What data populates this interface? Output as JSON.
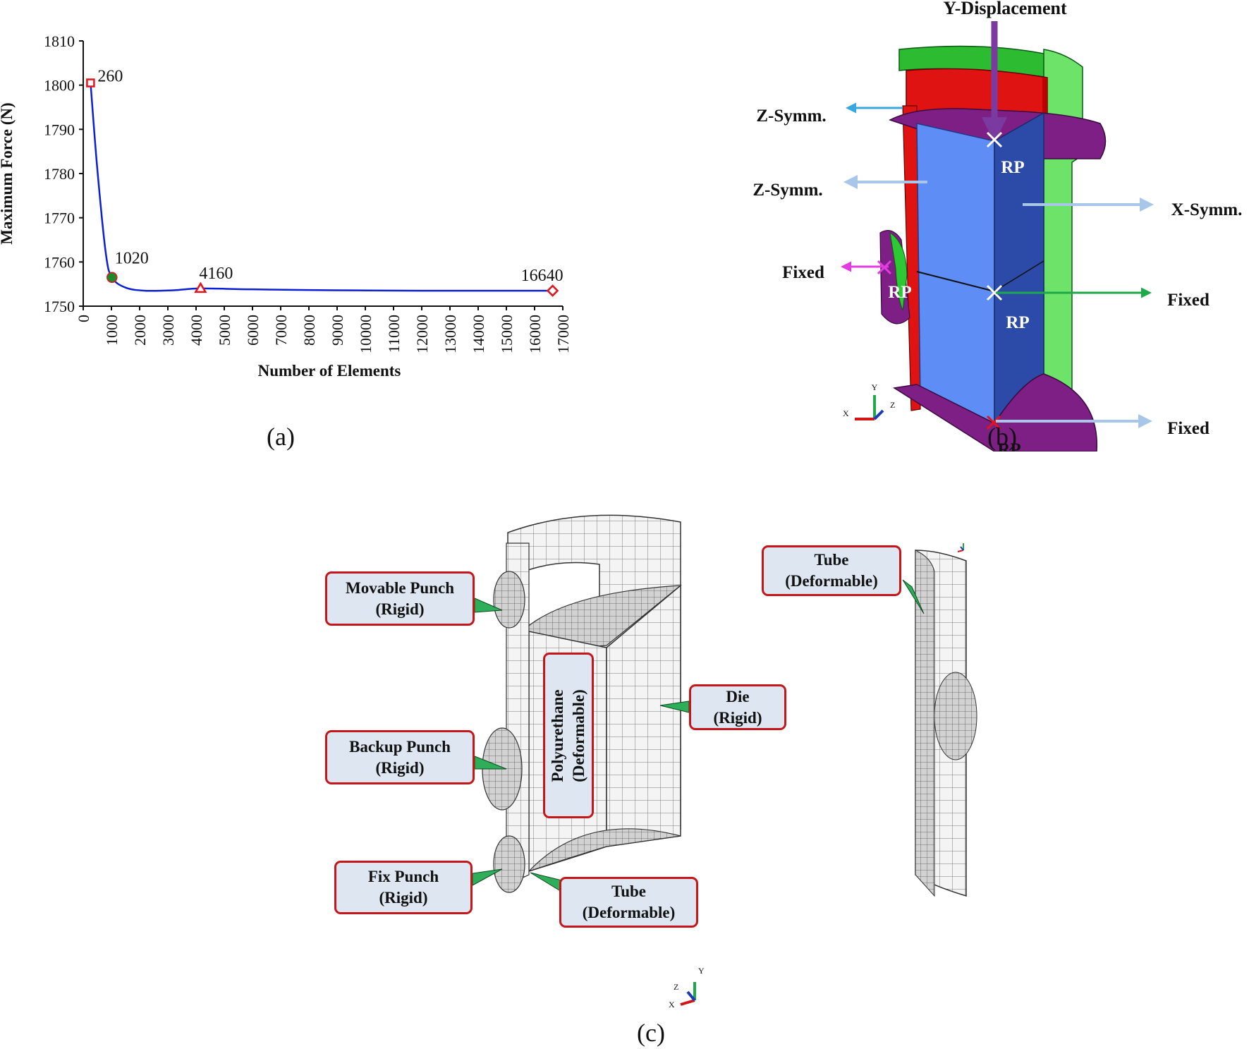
{
  "captions": {
    "a": "(a)",
    "b": "(b)",
    "c": "(c)"
  },
  "colors": {
    "line": "#0b1fd6",
    "marker": "#e4141b",
    "marker_fill_1020": "#1a8a2a",
    "arrow_light": "#a8c6e8",
    "arrow_cyan": "#3aa8e0",
    "arrow_magenta": "#e23be0",
    "arrow_green": "#1da84a",
    "displacement": "#7b3aa0"
  },
  "chart_data": {
    "type": "line",
    "title": "",
    "xlabel": "Number of Elements",
    "ylabel": "Maximum Force (N)",
    "xlim": [
      0,
      17000
    ],
    "ylim": [
      1750,
      1810
    ],
    "xticks": [
      0,
      1000,
      2000,
      3000,
      4000,
      5000,
      6000,
      7000,
      8000,
      9000,
      10000,
      11000,
      12000,
      13000,
      14000,
      15000,
      16000,
      17000
    ],
    "yticks": [
      1750,
      1760,
      1770,
      1780,
      1790,
      1800,
      1810
    ],
    "grid": false,
    "series": [
      {
        "x": [
          260,
          500,
          800,
          1020,
          1500,
          2200,
          3200,
          4160,
          6000,
          9000,
          12000,
          14000,
          16640
        ],
        "y": [
          1800.5,
          1781,
          1762,
          1756.5,
          1754.2,
          1753.5,
          1753.6,
          1754,
          1753.8,
          1753.6,
          1753.5,
          1753.5,
          1753.5
        ]
      }
    ],
    "markers": [
      {
        "x": 260,
        "y": 1800.5,
        "label": "260",
        "shape": "square"
      },
      {
        "x": 1020,
        "y": 1756.5,
        "label": "1020",
        "shape": "circle"
      },
      {
        "x": 4160,
        "y": 1754,
        "label": "4160",
        "shape": "triangle"
      },
      {
        "x": 16640,
        "y": 1753.5,
        "label": "16640",
        "shape": "diamond"
      }
    ]
  },
  "panel_b": {
    "labels": {
      "y_displacement": "Y-Displacement",
      "z_symm_1": "Z-Symm.",
      "z_symm_2": "Z-Symm.",
      "x_symm": "X-Symm.",
      "fixed_left": "Fixed",
      "fixed_right": "Fixed",
      "fixed_bottom": "Fixed",
      "rp_top": "RP",
      "rp_left": "RP",
      "rp_center": "RP",
      "rp_bottom": "RP"
    },
    "triad": {
      "x": "X",
      "y": "Y",
      "z": "Z"
    }
  },
  "panel_c": {
    "callouts": {
      "movable_punch": [
        "Movable Punch",
        "(Rigid)"
      ],
      "backup_punch": [
        "Backup Punch",
        "(Rigid)"
      ],
      "fix_punch": [
        "Fix Punch",
        "(Rigid)"
      ],
      "tube_bottom": [
        "Tube",
        "(Deformable)"
      ],
      "polyurethane": [
        "Polyurethane",
        "(Deformable)"
      ],
      "die": [
        "Die",
        "(Rigid)"
      ],
      "tube_right": [
        "Tube",
        "(Deformable)"
      ]
    },
    "triad": {
      "x": "X",
      "y": "Y",
      "z": "Z"
    }
  }
}
